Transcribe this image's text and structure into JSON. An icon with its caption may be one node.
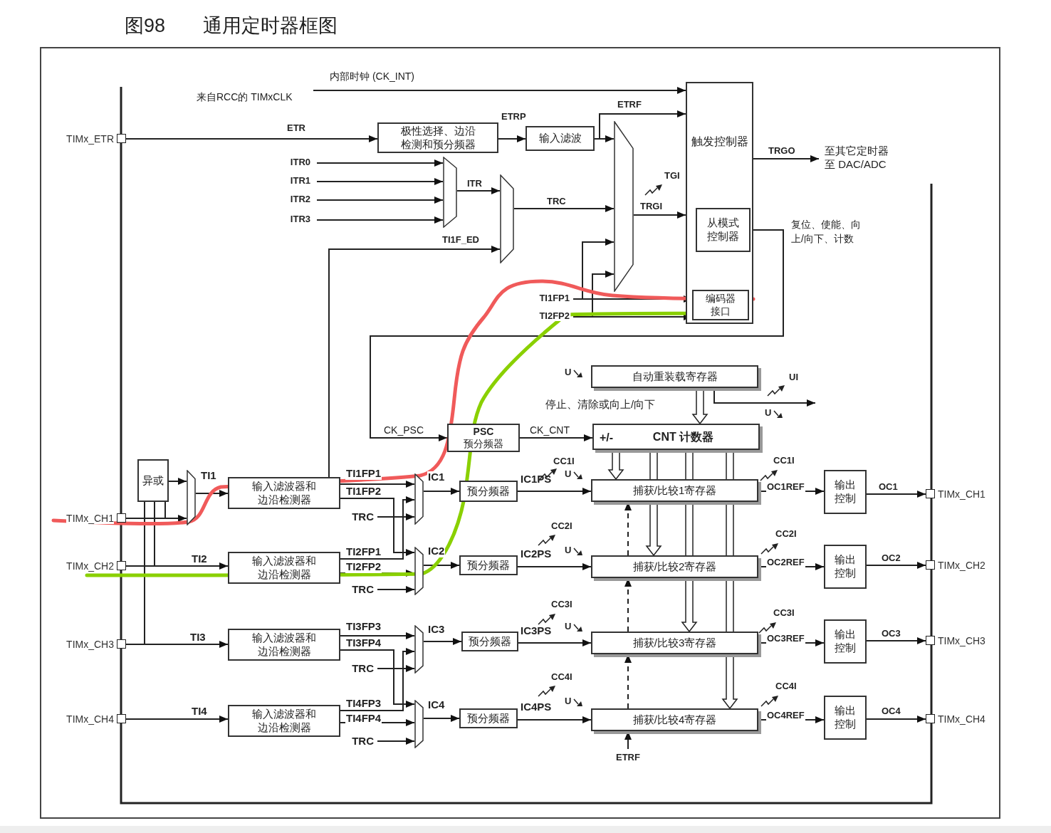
{
  "diagram": {
    "title": "图98 通用定时器框图",
    "nodes": [
      {
        "text": [
          "TIMx_ETR"
        ]
      },
      {
        "text": [
          "极性选择、边沿检测和预分频器"
        ]
      },
      {
        "text": [
          "输入滤波"
        ]
      },
      {
        "text": [],
        "shape": "trapezoid"
      },
      {
        "text": [
          "触发控制器"
        ]
      },
      {
        "text": [
          "从模式控制器"
        ],
        "in": 4
      },
      {
        "text": [
          "编码器接口"
        ],
        "in": 4
      },
      {
        "text": [],
        "shape": "trapezoid"
      },
      {
        "text": [],
        "shape": "trapezoid"
      },
      {
        "text": [
          "至其它定时器",
          "至 DAC/ADC"
        ]
      },
      {
        "text": [
          "异或"
        ]
      },
      {
        "text": [],
        "shape": "trapezoid"
      },
      {
        "text": [
          "输入滤波器和边沿检测器"
        ]
      },
      {
        "text": [],
        "shape": "trapezoid"
      },
      {
        "text": [
          "预分频器"
        ]
      },
      {
        "text": [
          "PSC",
          "预分频器"
        ]
      },
      {
        "text": [
          "自动重装载寄存器"
        ]
      },
      {
        "text": [
          "+/-",
          "CNT 计数器"
        ]
      },
      {
        "text": [
          "捕获/比较1寄存器"
        ]
      },
      {
        "text": [
          "输出控制"
        ]
      },
      {
        "text": [
          "TIMx_CH1"
        ]
      },
      {
        "text": [
          "TIMx_CH1"
        ]
      },
      {
        "text": [
          "TIMx_CH2"
        ]
      },
      {
        "text": [
          "输入滤波器和边沿检测器"
        ]
      },
      {
        "text": [],
        "shape": "trapezoid"
      },
      {
        "text": [
          "预分频器"
        ]
      },
      {
        "text": [
          "捕获/比较2寄存器"
        ]
      },
      {
        "text": [
          "输出控制"
        ]
      },
      {
        "text": [
          "TIMx_CH2"
        ]
      },
      {
        "text": [
          "TIMx_CH3"
        ]
      },
      {
        "text": [
          "输入滤波器和边沿检测器"
        ]
      },
      {
        "text": [],
        "shape": "trapezoid"
      },
      {
        "text": [
          "预分频器"
        ]
      },
      {
        "text": [
          "捕获/比较3寄存器"
        ]
      },
      {
        "text": [
          "输出控制"
        ]
      },
      {
        "text": [
          "TIMx_CH3"
        ]
      },
      {
        "text": [
          "TIMx_CH4"
        ]
      },
      {
        "text": [
          "输入滤波器和边沿检测器"
        ]
      },
      {
        "text": [],
        "shape": "trapezoid"
      },
      {
        "text": [
          "预分频器"
        ]
      },
      {
        "text": [
          "捕获/比较4寄存器"
        ]
      },
      {
        "text": [
          "输出控制"
        ]
      },
      {
        "text": [
          "TIMx_CH4"
        ]
      },
      {
        "text": [
          "来自RCC的 TIMxCLK"
        ]
      }
    ],
    "edges": [
      {
        "from": 43,
        "to": 4,
        "arrow": "to",
        "label": "内部时钟 (CK_INT)"
      },
      {
        "from": 0,
        "to": 1,
        "arrow": "to",
        "label": "ETR"
      },
      {
        "from": 1,
        "to": 2,
        "arrow": "to",
        "label": "ETRP"
      },
      {
        "from": 2,
        "to": 3,
        "arrow": "to"
      },
      {
        "from": 2,
        "to": 4,
        "arrow": "to",
        "label": "ETRF"
      },
      {
        "from": null,
        "to": 7,
        "arrow": "to",
        "label": "ITR0"
      },
      {
        "from": null,
        "to": 7,
        "arrow": "to",
        "label": "ITR1"
      },
      {
        "from": null,
        "to": 7,
        "arrow": "to",
        "label": "ITR2"
      },
      {
        "from": null,
        "to": 7,
        "arrow": "to",
        "label": "ITR3"
      },
      {
        "from": 7,
        "to": 8,
        "arrow": "to",
        "label": "ITR"
      },
      {
        "from": 12,
        "to": 8,
        "arrow": "to",
        "label": "TI1F_ED"
      },
      {
        "from": 8,
        "to": 3,
        "arrow": "to",
        "label": "TRC"
      },
      {
        "from": 3,
        "to": 4,
        "arrow": "to",
        "label": "TRGI"
      },
      {
        "from": 4,
        "to": 9,
        "arrow": "to",
        "label": "TRGO"
      },
      {
        "from": 5,
        "to": 15,
        "arrow": "to",
        "label": "CK_PSC"
      },
      {
        "from": null,
        "to": 6,
        "arrow": "to",
        "label": "TI1FP1"
      },
      {
        "from": null,
        "to": 3,
        "arrow": "to"
      },
      {
        "from": null,
        "to": 6,
        "arrow": "to",
        "label": "TI2FP2"
      },
      {
        "from": null,
        "to": 3,
        "arrow": "to"
      },
      {
        "from": 15,
        "to": 17,
        "arrow": "to",
        "label": "CK_CNT"
      },
      {
        "from": 16,
        "to": 17,
        "arrow": "to",
        "style": "thick"
      },
      {
        "from": 16,
        "to": null,
        "arrow": "to"
      },
      {
        "from": 17,
        "to": 18,
        "arrow": "to",
        "style": "thick"
      },
      {
        "from": 17,
        "to": 26,
        "arrow": "to",
        "style": "thick"
      },
      {
        "from": 17,
        "to": 33,
        "arrow": "to",
        "style": "thick"
      },
      {
        "from": 17,
        "to": 40,
        "arrow": "to",
        "style": "thick"
      },
      {
        "from": 26,
        "to": 18,
        "arrow": "to",
        "style": "dashed"
      },
      {
        "from": 33,
        "to": 26,
        "arrow": "to",
        "style": "dashed"
      },
      {
        "from": 40,
        "to": 33,
        "arrow": "to",
        "style": "dashed"
      },
      {
        "from": null,
        "to": 40,
        "arrow": "to",
        "label": "ETRF"
      },
      {
        "from": 21,
        "to": 10,
        "arrow": "none"
      },
      {
        "from": 21,
        "to": 11,
        "arrow": "to"
      },
      {
        "from": 22,
        "to": 10,
        "arrow": "none"
      },
      {
        "from": 29,
        "to": 10,
        "arrow": "none"
      },
      {
        "from": 10,
        "to": 11,
        "arrow": "to"
      },
      {
        "from": 11,
        "to": 12,
        "arrow": "to",
        "label": "TI1"
      },
      {
        "from": 22,
        "to": 23,
        "arrow": "to",
        "label": "TI2"
      },
      {
        "from": 29,
        "to": 30,
        "arrow": "to",
        "label": "TI3"
      },
      {
        "from": 36,
        "to": 37,
        "arrow": "to",
        "label": "TI4"
      },
      {
        "from": 12,
        "to": 13,
        "arrow": "to",
        "label": "TI1FP1"
      },
      {
        "from": 12,
        "to": 24,
        "arrow": "to",
        "label": "TI1FP2"
      },
      {
        "from": null,
        "to": 13,
        "arrow": "to",
        "label": "TRC"
      },
      {
        "from": 23,
        "to": 13,
        "arrow": "to",
        "label": "TI2FP1"
      },
      {
        "from": 23,
        "to": 24,
        "arrow": "to",
        "label": "TI2FP2"
      },
      {
        "from": null,
        "to": 24,
        "arrow": "to",
        "label": "TRC"
      },
      {
        "from": 30,
        "to": 31,
        "arrow": "to",
        "label": "TI3FP3"
      },
      {
        "from": 30,
        "to": 38,
        "arrow": "to",
        "label": "TI3FP4"
      },
      {
        "from": null,
        "to": 31,
        "arrow": "to",
        "label": "TRC"
      },
      {
        "from": 37,
        "to": 31,
        "arrow": "to",
        "label": "TI4FP3"
      },
      {
        "from": 37,
        "to": 38,
        "arrow": "to",
        "label": "TI4FP4"
      },
      {
        "from": null,
        "to": 38,
        "arrow": "to",
        "label": "TRC"
      },
      {
        "from": 13,
        "to": 14,
        "arrow": "to",
        "label": "IC1"
      },
      {
        "from": 14,
        "to": 18,
        "arrow": "to",
        "label": "IC1PS"
      },
      {
        "from": 18,
        "to": 19,
        "arrow": "to",
        "label": "OC1REF"
      },
      {
        "from": 19,
        "to": 20,
        "arrow": "to",
        "label": "OC1"
      },
      {
        "from": 24,
        "to": 25,
        "arrow": "to",
        "label": "IC2"
      },
      {
        "from": 25,
        "to": 26,
        "arrow": "to",
        "label": "IC2PS"
      },
      {
        "from": 26,
        "to": 27,
        "arrow": "to",
        "label": "OC2REF"
      },
      {
        "from": 27,
        "to": 28,
        "arrow": "to",
        "label": "OC2"
      },
      {
        "from": 31,
        "to": 32,
        "arrow": "to",
        "label": "IC3"
      },
      {
        "from": 32,
        "to": 33,
        "arrow": "to",
        "label": "IC3PS"
      },
      {
        "from": 33,
        "to": 34,
        "arrow": "to",
        "label": "OC3REF"
      },
      {
        "from": 34,
        "to": 35,
        "arrow": "to",
        "label": "OC3"
      },
      {
        "from": 38,
        "to": 39,
        "arrow": "to",
        "label": "IC4"
      },
      {
        "from": 39,
        "to": 40,
        "arrow": "to",
        "label": "IC4PS"
      },
      {
        "from": 40,
        "to": 41,
        "arrow": "to",
        "label": "OC4REF"
      },
      {
        "from": 41,
        "to": 42,
        "arrow": "to",
        "label": "OC4"
      }
    ],
    "labels": [
      "TGI",
      "复位、使能、向上/向下、计数",
      "U",
      "UI",
      "停止、清除或向上/向下",
      "U",
      "CC1I",
      "U",
      "CC1I",
      "CC2I",
      "U",
      "CC2I",
      "CC3I",
      "U",
      "CC3I",
      "CC4I",
      "U",
      "CC4I"
    ]
  }
}
